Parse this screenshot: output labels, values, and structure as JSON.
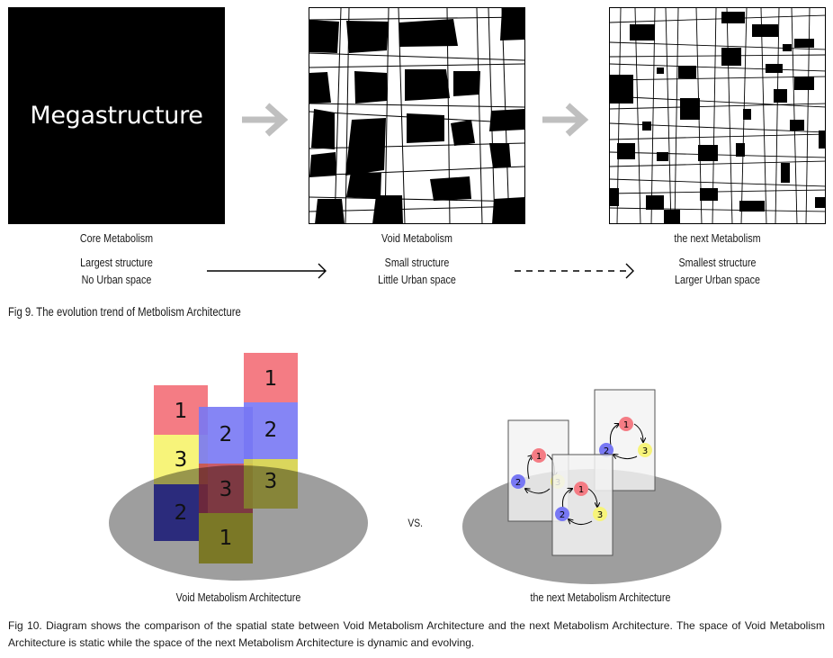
{
  "fig9": {
    "panels": [
      {
        "title": "Megastructure",
        "label": "Core Metabolism",
        "desc1": "Largest structure",
        "desc2": "No Urban space"
      },
      {
        "label": "Void Metabolism",
        "desc1": "Small structure",
        "desc2": "Little Urban space"
      },
      {
        "label": "the next Metabolism",
        "desc1": "Smallest structure",
        "desc2": "Larger Urban space"
      }
    ],
    "caption": "Fig 9. The evolution trend of Metbolism Architecture",
    "colors": {
      "arrow": "#bfbfbf",
      "fill": "#000000"
    }
  },
  "fig10": {
    "left_label": "Void Metabolism Architecture",
    "right_label": "the next Metabolism Architecture",
    "vs": "VS.",
    "blocks": [
      "1",
      "3",
      "2",
      "2",
      "2",
      "1",
      "3",
      "3",
      "1"
    ],
    "nodes": [
      "1",
      "2",
      "3"
    ],
    "caption": "Fig 10. Diagram shows the comparison of the spatial state between Void Metabolism Architecture and the next Metabolism Architecture. The space of Void Metabolism Architecture is static while the space of the next Metabolism Architecture is dynamic and evolving.",
    "colors": {
      "red": "#f47c84",
      "blue": "#5e5ef0",
      "yellow": "#f7f47a",
      "ground": "#9e9e9e"
    }
  }
}
